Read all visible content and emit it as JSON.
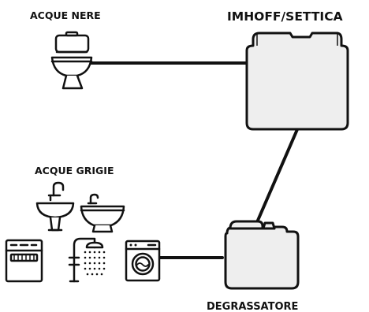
{
  "labels": {
    "black_water": "ACQUE NERE",
    "septic_tank": "IMHOFF/SETTICA",
    "grey_water": "ACQUE GRIGIE",
    "grease_trap": "DEGRASSATORE"
  },
  "colors": {
    "stroke": "#111111",
    "tank_fill": "#eeeeee",
    "background": "#ffffff"
  },
  "icons": [
    "toilet-icon",
    "washbasin-icon",
    "bidet-icon",
    "dishwasher-icon",
    "shower-icon",
    "washing-machine-icon"
  ]
}
